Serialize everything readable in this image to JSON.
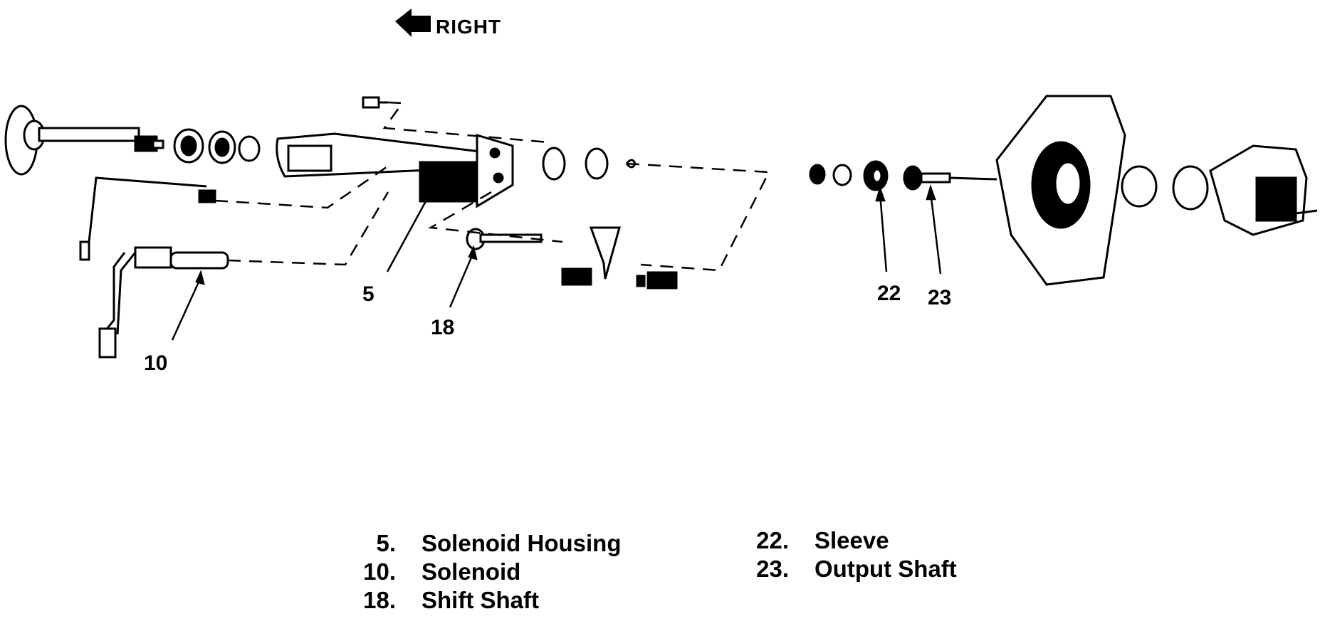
{
  "direction": {
    "label": "RIGHT"
  },
  "callouts": [
    {
      "id": "5",
      "label": "5"
    },
    {
      "id": "10",
      "label": "10"
    },
    {
      "id": "18",
      "label": "18"
    },
    {
      "id": "22",
      "label": "22"
    },
    {
      "id": "23",
      "label": "23"
    }
  ],
  "legend": {
    "left": [
      {
        "num": "5.",
        "name": "Solenoid Housing"
      },
      {
        "num": "10.",
        "name": "Solenoid"
      },
      {
        "num": "18.",
        "name": "Shift Shaft"
      }
    ],
    "right": [
      {
        "num": "22.",
        "name": "Sleeve"
      },
      {
        "num": "23.",
        "name": "Output Shaft"
      }
    ]
  }
}
